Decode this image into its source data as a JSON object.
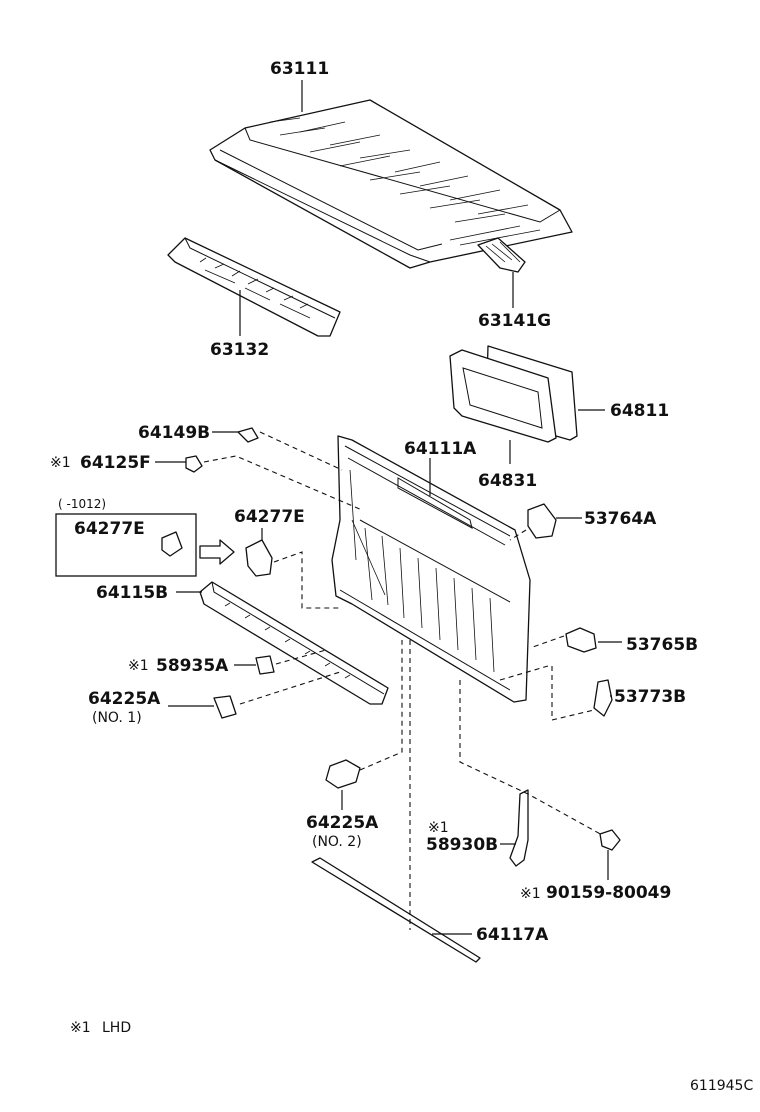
{
  "parts": {
    "roof_panel": "63111",
    "roof_front_rail": "63132",
    "roof_rear_rail": "63141G",
    "glass_64811": "64811",
    "weatherstrip_64831": "64831",
    "back_panel": "64111A",
    "clip_64149B": "64149B",
    "clip_64125F": "64125F",
    "bracket_64277E_inline": "64277E",
    "bracket_64277E_box": "64277E",
    "box_date_range": "(      -1012)",
    "sill_64115B": "64115B",
    "clip_58935A": "58935A",
    "clip_64225A_no1": "64225A",
    "no1_label": "(NO. 1)",
    "clip_64225A_no2": "64225A",
    "no2_label": "(NO. 2)",
    "cover_64117A": "64117A",
    "clip_53764A": "53764A",
    "clip_53765B": "53765B",
    "clip_53773B": "53773B",
    "strap_58930B": "58930B",
    "screw_90159": "90159-80049"
  },
  "marks": {
    "lhd_mark": "※1",
    "mark_64125F": "※1",
    "mark_58935A": "※1",
    "mark_58930B": "※1",
    "mark_90159": "※1"
  },
  "footnote": {
    "mark": "※1",
    "text": "LHD"
  },
  "diagram_code": "611945C"
}
